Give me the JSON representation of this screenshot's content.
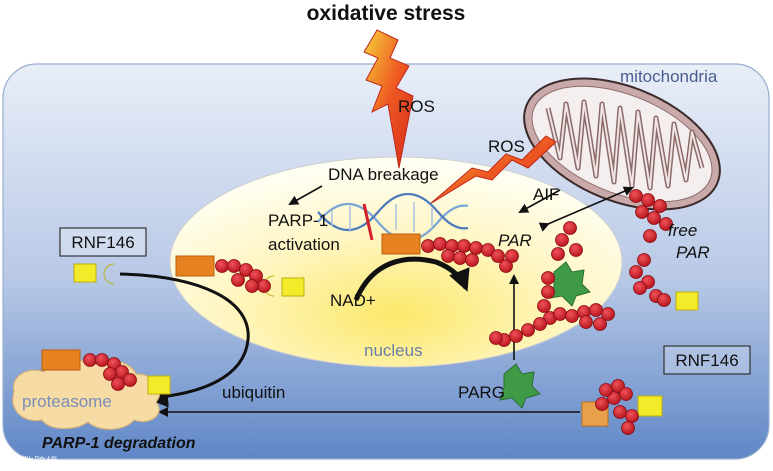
{
  "title": "oxidative stress",
  "labels": {
    "ros_top": "ROS",
    "ros_mito": "ROS",
    "mitochondria": "mitochondria",
    "dna_breakage": "DNA breakage",
    "parp1_line1": "PARP-1",
    "parp1_line2": "activation",
    "aif": "AIF",
    "par": "PAR",
    "free": "free",
    "free_par": "PAR",
    "nad": "NAD+",
    "nucleus": "nucleus",
    "parg": "PARG",
    "rnf146_left": "RNF146",
    "rnf146_right": "RNF146",
    "ubiquitin": "ubiquitin",
    "proteasome": "proteasome",
    "parp1_degradation": "PARP-1 degradation"
  },
  "watermark": "大数跨境",
  "colors": {
    "cell_top": "#e8eef8",
    "cell_bottom": "#5f86c6",
    "nucleus": "#fff3a8",
    "par_bead": "#d4202a",
    "parp1_block": "#e8811f",
    "rnf146_yellow": "#f3ea2a",
    "parg_green": "#3f9a47",
    "lightning": "#e8361e",
    "mitochondria": "#c9a8a8",
    "proteasome": "#f6dba5"
  },
  "icons": [
    "lightning-bolt-icon",
    "dna-helix-icon",
    "parp1-protein-icon",
    "par-chain-icon",
    "parg-enzyme-icon",
    "rnf146-protein-icon",
    "mitochondrion-icon",
    "proteasome-cloud-icon"
  ]
}
